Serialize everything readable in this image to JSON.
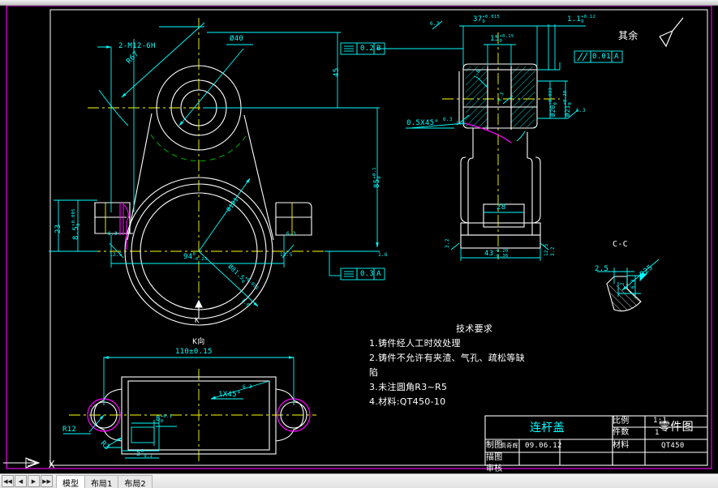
{
  "app": {
    "background": "#000000",
    "line_colors": {
      "dimension": "#00ffff",
      "object": "#ffffff",
      "center": "#ffff00",
      "hidden": "#ff00ff",
      "aux": "#00a000",
      "border": "#ff00ff"
    }
  },
  "statusbar": {
    "nav_buttons": [
      "◀",
      "◀│",
      "│▶"
    ],
    "tabs": [
      {
        "label": "模型",
        "active": true
      },
      {
        "label": "布局1",
        "active": false
      },
      {
        "label": "布局2",
        "active": false
      }
    ]
  },
  "ucs": {
    "x_label": "X"
  },
  "drawing": {
    "general_note": {
      "label": "其余",
      "symbol": "surface-finish-triangle"
    },
    "views": {
      "front": {
        "name": "front-view",
        "view_arrow_label": "K",
        "labels": [
          {
            "id": "thread",
            "text": "2-M12-6H"
          },
          {
            "id": "bolt-radius",
            "text": "R67"
          },
          {
            "id": "small-bore-dia",
            "text": "Ø40"
          },
          {
            "id": "height-45",
            "text": "45"
          },
          {
            "id": "height-85",
            "text": "85",
            "tol_up": "+0.1",
            "tol_dn": "0"
          },
          {
            "id": "flange-23",
            "text": "23"
          },
          {
            "id": "flange-8-5",
            "text": "8.5",
            "tol_up": "+0.005",
            "tol_dn": "0"
          },
          {
            "id": "width-94",
            "text": "94",
            "tol_up": "0",
            "tol_dn": "-0.23"
          },
          {
            "id": "big-bore-101",
            "text": "Ø101"
          },
          {
            "id": "big-bore-81",
            "text": "Ø81.5",
            "tol_up": "+0.021",
            "tol_dn": "0"
          }
        ],
        "roughness": [
          {
            "id": "rz-63-left",
            "text": "6.3"
          },
          {
            "id": "rz-63-right",
            "text": "6.3"
          },
          {
            "id": "rz-12-5-left",
            "text": "12.5"
          },
          {
            "id": "rz-12-5-right",
            "text": "12.5"
          },
          {
            "id": "rz-16-right",
            "text": "1.6"
          },
          {
            "id": "rz-16-bore",
            "text": "1.6"
          }
        ],
        "gdt": [
          {
            "id": "flatness-03-a",
            "symbol": "≡",
            "value": "0.3",
            "datum": "A"
          }
        ]
      },
      "section": {
        "name": "section-view",
        "labels": [
          {
            "id": "len-37",
            "text": "37",
            "tol_up": "+0.015",
            "tol_dn": "0"
          },
          {
            "id": "len-1-1",
            "text": "1.1",
            "tol_up": "+0.12",
            "tol_dn": "0"
          },
          {
            "id": "len-15",
            "text": "15",
            "tol_up": "+0.15",
            "tol_dn": "0"
          },
          {
            "id": "dia-20",
            "text": "Ø20",
            "tol_up": "+0.023",
            "tol_dn": "0"
          },
          {
            "id": "dia-21",
            "text": "Ø21",
            "tol_up": "+0.28",
            "tol_dn": "0"
          },
          {
            "id": "chamfer",
            "text": "0.5X45°"
          },
          {
            "id": "len-28",
            "text": "28"
          },
          {
            "id": "len-43",
            "text": "43",
            "tol_up": "-0.20",
            "tol_dn": "-0.36"
          }
        ],
        "roughness": [
          {
            "id": "rz-63-top",
            "text": "6.3"
          },
          {
            "id": "rz-16-a",
            "text": "1.6"
          },
          {
            "id": "rz-63-mid",
            "text": "6.3"
          },
          {
            "id": "rz-16-left",
            "text": "1.6"
          },
          {
            "id": "rz-63-chamfer",
            "text": "6.3"
          },
          {
            "id": "rz-63-right",
            "text": "6.3"
          },
          {
            "id": "rz-32-left",
            "text": "3.2"
          },
          {
            "id": "rz-12-5-br",
            "text": "12.5"
          },
          {
            "id": "rz-32-br",
            "text": "3.2"
          }
        ],
        "gdt": [
          {
            "id": "symmetry-02-b",
            "symbol": "≡",
            "value": "0.2",
            "datum": "B"
          },
          {
            "id": "parallel-001-a",
            "symbol": "∕∕",
            "value": "0.01",
            "datum": "A"
          }
        ]
      },
      "k_view": {
        "name": "k-direction-view",
        "title": "K向",
        "labels": [
          {
            "id": "len-110",
            "text": "110±0.15"
          },
          {
            "id": "slot-8",
            "text": "8",
            "tol_up": "+0.1",
            "tol_dn": "0"
          },
          {
            "id": "slot-5",
            "text": "5",
            "tol_up": "0",
            "tol_dn": "-0.1"
          },
          {
            "id": "fillet-r12",
            "text": "R12"
          },
          {
            "id": "fillet-r3",
            "text": "R3"
          },
          {
            "id": "chamfer-1x45",
            "text": "1X45°"
          }
        ],
        "roughness": [
          {
            "id": "rz-63-chamfer-k",
            "text": "6.3"
          }
        ]
      },
      "cc_section": {
        "name": "cc-section-view",
        "title": "C-C",
        "labels": [
          {
            "id": "len-2-5",
            "text": "2.5"
          },
          {
            "id": "rad-r25",
            "text": "R25"
          },
          {
            "id": "depth-2",
            "text": "2"
          }
        ],
        "roughness": [
          {
            "id": "rz-63-cc",
            "text": "6.3"
          }
        ]
      }
    },
    "tech_requirements": {
      "title": "技术要求",
      "items": [
        "1.铸件经人工时效处理",
        "2.铸件不允许有夹渣、气孔、疏松等缺",
        "陷",
        "3.未注圆角R3~R5",
        "4.材料:QT450-10"
      ]
    },
    "title_block": {
      "part_name": "连杆盖",
      "drawing_type": "零件图",
      "rows": [
        {
          "key": "比例",
          "value": "1:1"
        },
        {
          "key": "件数",
          "value": "1"
        },
        {
          "key": "材料",
          "value": "QT450"
        }
      ],
      "signoff": [
        {
          "role": "制图",
          "name": "高奇辉",
          "date": "09.06.12"
        },
        {
          "role": "描图",
          "name": "",
          "date": ""
        },
        {
          "role": "审核",
          "name": "",
          "date": ""
        }
      ]
    }
  }
}
